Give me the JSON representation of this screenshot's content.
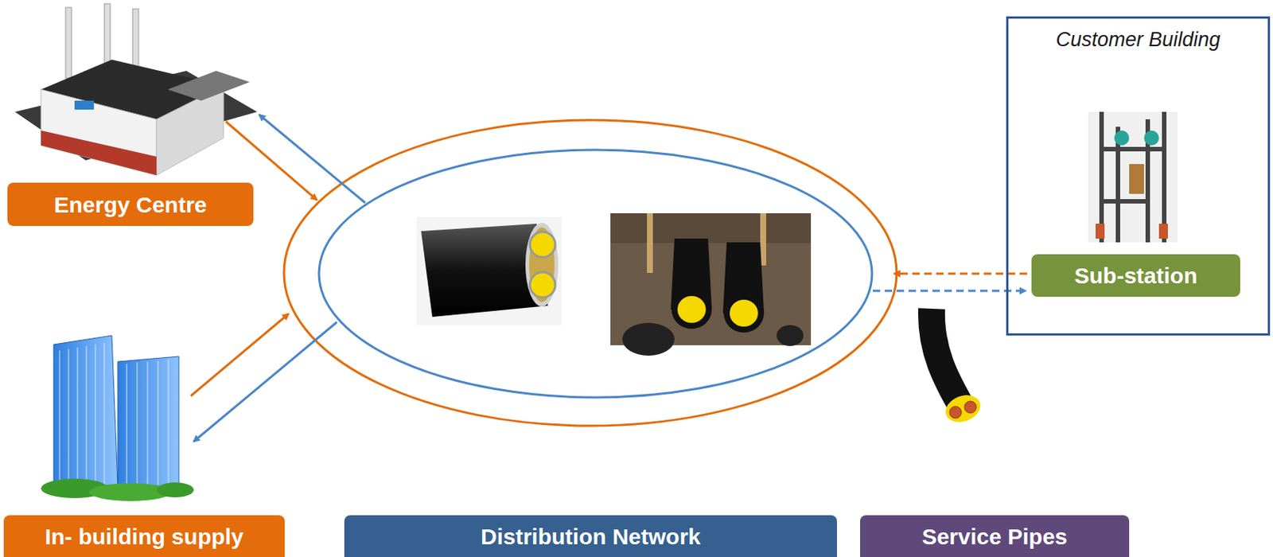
{
  "diagram": {
    "nodes": [
      {
        "text": [
          "Energy Centre"
        ]
      },
      {
        "text": [
          "Customer Building"
        ]
      },
      {
        "text": [
          "Sub-station"
        ],
        "in": 1
      },
      {
        "text": [
          "In- building supply"
        ]
      },
      {
        "text": [
          "Distribution Network"
        ]
      },
      {
        "text": [
          "Service Pipes"
        ]
      }
    ]
  }
}
